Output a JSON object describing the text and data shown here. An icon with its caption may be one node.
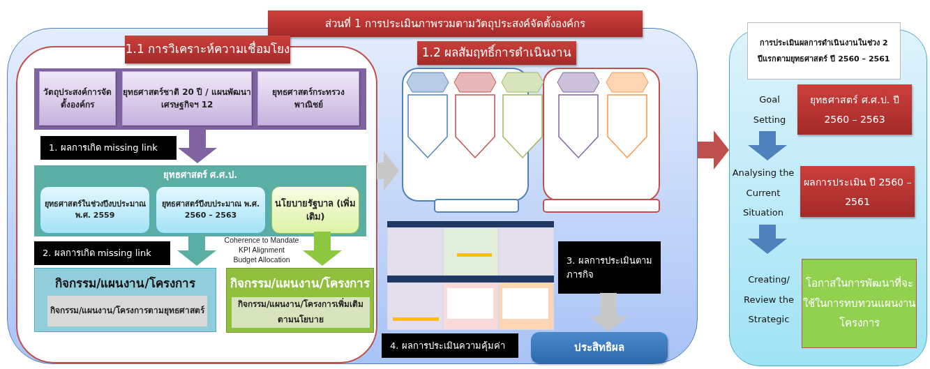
{
  "diagram": {
    "nodes": [
      {
        "text": [
          "ส่วนที่ 1 การประเมินภาพรวมตามวัตถุประสงค์จัดตั้งองค์กร"
        ]
      },
      {
        "text": [],
        "shape": "box",
        "in": 0
      },
      {
        "text": [],
        "shape": "box",
        "in": 1
      },
      {
        "text": [
          "วัตถุประสงค์การจัดตั้งองค์กร"
        ],
        "in": 2
      },
      {
        "text": [
          "ยุทธศาสตร์ชาติ 20 ปี / แผนพัฒนาเศรษฐกิจฯ 12"
        ],
        "in": 2
      },
      {
        "text": [
          "ยุทธศาสตร์กระทรวงพาณิชย์"
        ],
        "in": 2
      },
      {
        "text": [
          "1. ผลการเกิด missing link"
        ],
        "in": 1
      },
      {
        "text": [
          "ยุทธศาสตร์ ศ.ศ.ป."
        ],
        "in": 1
      },
      {
        "text": [
          "ยุทธศาสตร์ในช่วงปีงบประมาณ พ.ศ. 2559"
        ],
        "in": 7
      },
      {
        "text": [
          "ยุทธศาสตร์ปีงบประมาณ พ.ศ. 2560 – 2563"
        ],
        "in": 7
      },
      {
        "text": [
          "นโยบายรัฐบาล (เพิ่มเติม)"
        ],
        "in": 7
      },
      {
        "text": [
          "2. ผลการเกิด missing link"
        ],
        "in": 1
      },
      {
        "text": [
          "กิจกรรม/แผนงาน/โครงการ"
        ],
        "in": 1
      },
      {
        "text": [
          "กิจกรรม/แผนงาน/โครงการตามยุทธศาสตร์"
        ],
        "in": 12
      },
      {
        "text": [
          "กิจกรรม/แผนงาน/โครงการ"
        ],
        "in": 1
      },
      {
        "text": [
          "กิจกรรม/แผนงาน/โครงการเพิ่มเติมตามนโยบาย"
        ],
        "in": 14
      },
      {
        "text": [
          "1.2 ผลสัมฤทธิ์การดำเนินงาน"
        ],
        "in": 0
      },
      {
        "text": [],
        "shape": "picture",
        "in": 0
      },
      {
        "text": [],
        "shape": "picture",
        "in": 0
      },
      {
        "text": [
          "3. ผลการประเมินตามภารกิจ"
        ],
        "in": 0
      },
      {
        "text": [
          "ประสิทธิผล"
        ],
        "in": 0
      },
      {
        "text": [
          "4. ผลการประเมินความคุ้มค่า"
        ],
        "in": 0
      },
      {
        "text": [
          "การประเมินผลการดำเนินงานในช่วง 2 ปีแรกตามยุทธศาสตร์ ปี 2560 – 2561"
        ]
      },
      {
        "text": [
          "ยุทธศาสตร์ ศ.ศ.ป. ปี 2560 – 2563"
        ],
        "in": 22
      },
      {
        "text": [
          "ผลการประเมิน ปี 2560 – 2561"
        ],
        "in": 22
      },
      {
        "text": [
          "โอกาสในการพัฒนาที่จะใช้ในการทบทวนแผนงานโครงการ"
        ],
        "in": 22
      },
      {
        "text": [
          "Goal Setting"
        ],
        "in": 22
      },
      {
        "text": [
          "Analysing the Current Situation"
        ],
        "in": 22
      },
      {
        "text": [
          "Creating/ Review the Strategic"
        ],
        "in": 22
      },
      {
        "text": [
          "1.1 การวิเคราะห์ความเชื่อมโยง"
        ],
        "in": 0
      }
    ],
    "edges": [
      {
        "from": 2,
        "to": 7,
        "arrow": "to",
        "color": "#8064a2"
      },
      {
        "from": 7,
        "to": 12,
        "arrow": "to",
        "color": "#5aaea3"
      },
      {
        "from": 10,
        "to": 14,
        "arrow": "to",
        "color": "#8dc63f"
      },
      {
        "from": 1,
        "to": 17,
        "arrow": "to",
        "color": "#c8c8c8"
      },
      {
        "from": 0,
        "to": 22,
        "arrow": "to",
        "color": "#c0504d"
      },
      {
        "from": 19,
        "to": 20,
        "arrow": "to",
        "color": "#c8c8c8"
      },
      {
        "from": 26,
        "to": 27,
        "arrow": "to",
        "color": "#4f81bd"
      },
      {
        "from": 27,
        "to": 28,
        "arrow": "to",
        "color": "#4f81bd"
      }
    ],
    "labels": [
      "Coherence to Mandate",
      "KPI Alignment",
      "Budget Allocation"
    ]
  }
}
